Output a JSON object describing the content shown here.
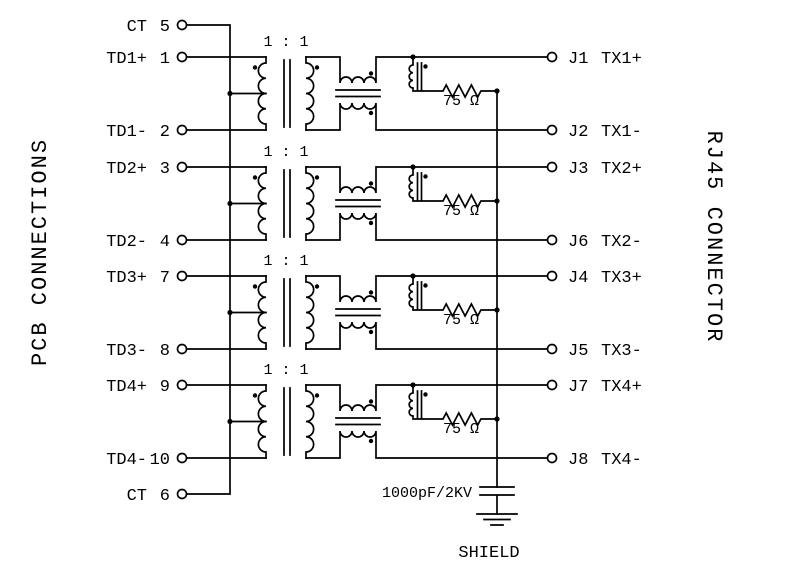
{
  "left_title": "PCB CONNECTIONS",
  "right_title": "RJ45 CONNECTOR",
  "left_pins": [
    {
      "name": "CT",
      "num": "5"
    },
    {
      "name": "TD1+",
      "num": "1"
    },
    {
      "name": "TD1-",
      "num": "2"
    },
    {
      "name": "TD2+",
      "num": "3"
    },
    {
      "name": "TD2-",
      "num": "4"
    },
    {
      "name": "TD3+",
      "num": "7"
    },
    {
      "name": "TD3-",
      "num": "8"
    },
    {
      "name": "TD4+",
      "num": "9"
    },
    {
      "name": "TD4-",
      "num": "10"
    },
    {
      "name": "CT",
      "num": "6"
    }
  ],
  "right_pins": [
    {
      "jack": "J1",
      "signal": "TX1+"
    },
    {
      "jack": "J2",
      "signal": "TX1-"
    },
    {
      "jack": "J3",
      "signal": "TX2+"
    },
    {
      "jack": "J6",
      "signal": "TX2-"
    },
    {
      "jack": "J4",
      "signal": "TX3+"
    },
    {
      "jack": "J5",
      "signal": "TX3-"
    },
    {
      "jack": "J7",
      "signal": "TX4+"
    },
    {
      "jack": "J8",
      "signal": "TX4-"
    }
  ],
  "channels": [
    {
      "ratio": "1 : 1",
      "resistor": "75 Ω"
    },
    {
      "ratio": "1 : 1",
      "resistor": "75 Ω"
    },
    {
      "ratio": "1 : 1",
      "resistor": "75 Ω"
    },
    {
      "ratio": "1 : 1",
      "resistor": "75 Ω"
    }
  ],
  "shield_capacitor_value": "1000pF/2KV",
  "shield_label": "SHIELD",
  "colors": {
    "ink": "#000000",
    "bg": "#ffffff"
  }
}
